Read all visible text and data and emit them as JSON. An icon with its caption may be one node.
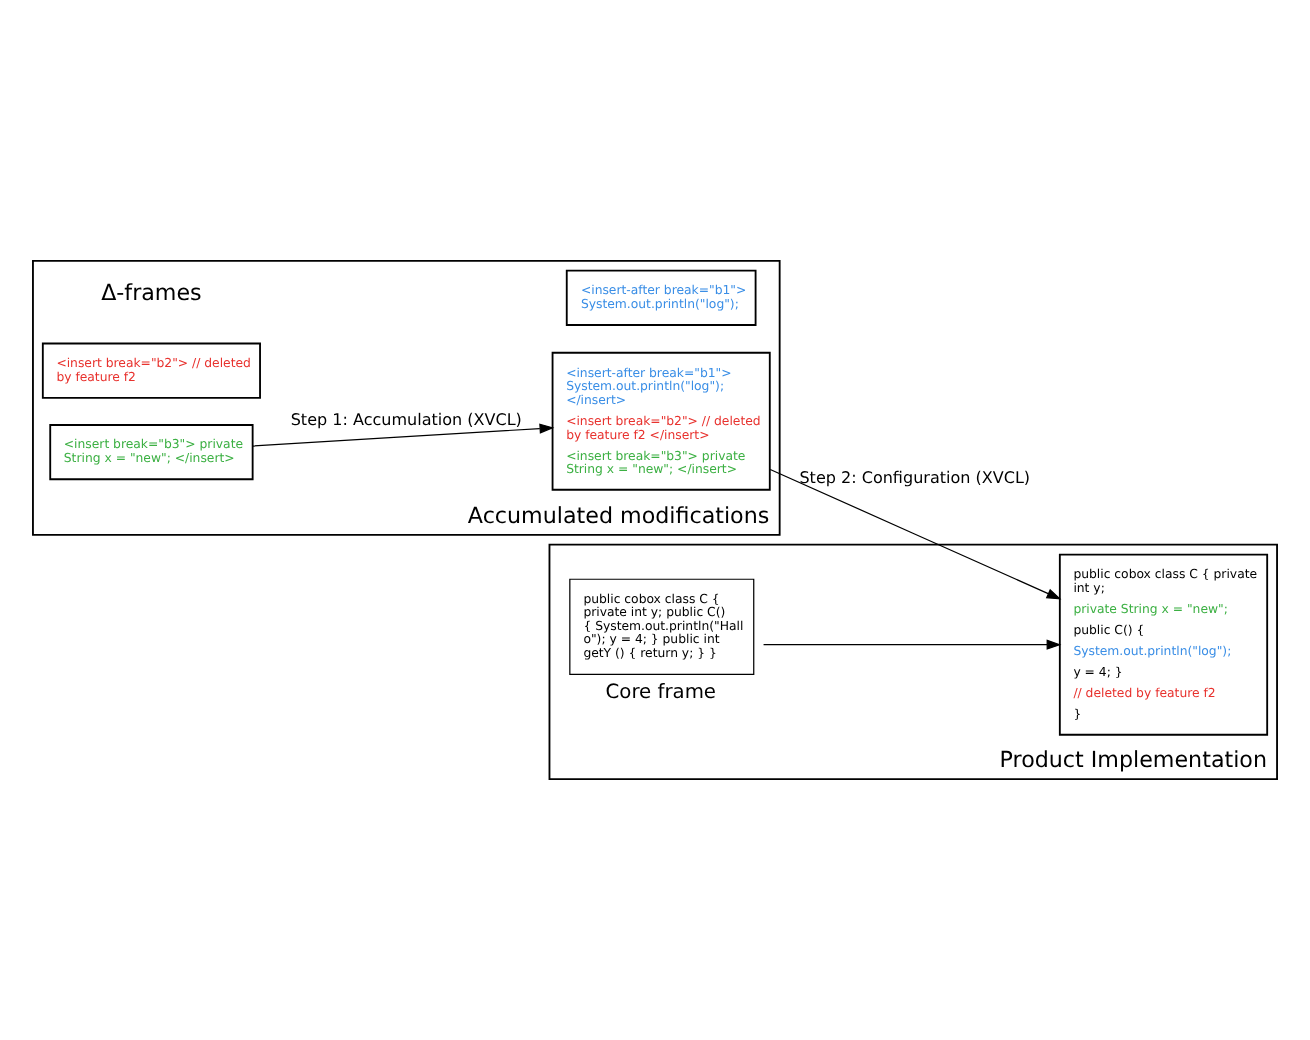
{
  "diagram": {
    "nodes": [
      {
        "text": [
          "Accumulated modifications"
        ]
      },
      {
        "text": [
          "<insert-after break=\"b1\"> System.out.println(\"log\");"
        ],
        "in": 0
      },
      {
        "text": [
          "<insert break=\"b2\"> // deleted by feature f2"
        ],
        "in": 0
      },
      {
        "text": [
          "<insert break=\"b3\"> private String x = \"new\"; </insert>"
        ],
        "in": 0
      },
      {
        "text": [
          "<insert-after break=\"b1\"> System.out.println(\"log\"); </insert>",
          "<insert break=\"b2\"> // deleted by feature f2 </insert>",
          "<insert break=\"b3\"> private String x = \"new\"; </insert>"
        ],
        "in": 0
      },
      {
        "text": [
          "Product Implementation"
        ]
      },
      {
        "text": [
          "public cobox class C { private int y; public C() { System.out.println(\"Hallo\"); y = 4; } public int getY () { return y; } }"
        ],
        "beside": [
          "Core frame"
        ],
        "in": 5
      },
      {
        "text": [
          "public cobox class C { private int y;",
          "private String x = \"new\";",
          "public C() {",
          "System.out.println(\"log\");",
          "y = 4; }",
          "// deleted by feature f2",
          "}"
        ],
        "in": 5
      }
    ],
    "edges": [
      {
        "from": 3,
        "to": 4,
        "arrow": "to",
        "label": "Step 1: Accumulation (XVCL)"
      },
      {
        "from": 4,
        "to": 7,
        "arrow": "to",
        "label": "Step 2: Configuration (XVCL)"
      },
      {
        "from": 6,
        "to": 7,
        "arrow": "to"
      }
    ],
    "labels": [
      "Δ-frames"
    ]
  }
}
